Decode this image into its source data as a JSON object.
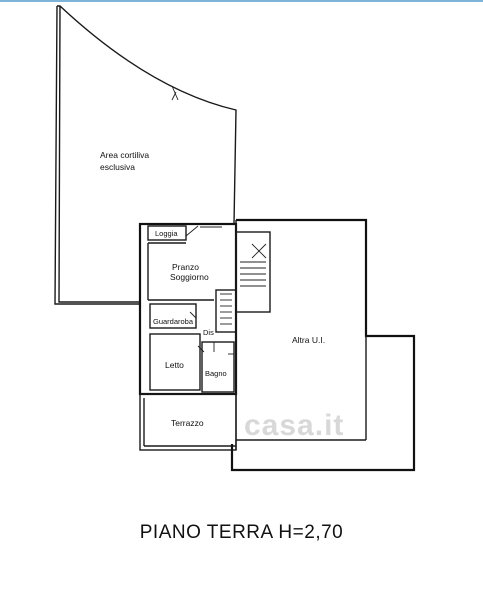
{
  "rooms": {
    "area": [
      "Area cortiliva",
      "esclusiva"
    ],
    "loggia": "Loggia",
    "pranzo": [
      "Pranzo",
      "Soggiorno"
    ],
    "guardaroba": "Guardaroba",
    "dis": "Dis",
    "letto": "Letto",
    "bagno": "Bagno",
    "terrazzo": "Terrazzo",
    "altro": "Altra U.I."
  },
  "watermark": "casa.it",
  "caption": "PIANO TERRA H=2,70"
}
